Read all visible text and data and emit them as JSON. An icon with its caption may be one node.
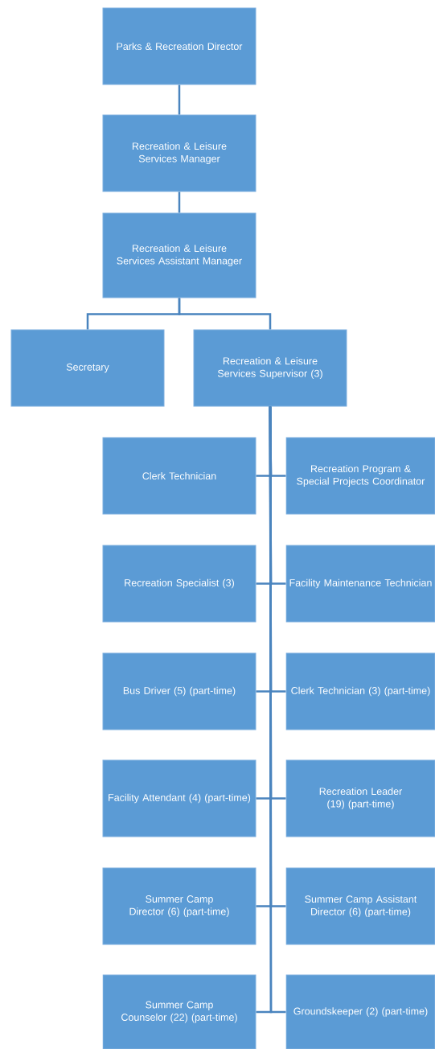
{
  "diagram": {
    "nodes": [
      {
        "text": [
          "Parks & Recreation Director"
        ]
      },
      {
        "text": [
          "Recreation & Leisure Services Manager"
        ]
      },
      {
        "text": [
          "Recreation & Leisure Services Assistant Manager"
        ]
      },
      {
        "text": [
          "Secretary"
        ]
      },
      {
        "text": [
          "Recreation & Leisure Services Supervisor (3)"
        ]
      },
      {
        "text": [
          "Clerk Technician"
        ]
      },
      {
        "text": [
          "Recreation Program & Special Projects Coordinator"
        ]
      },
      {
        "text": [
          "Recreation Specialist (3)"
        ]
      },
      {
        "text": [
          "Facility Maintenance Technician"
        ]
      },
      {
        "text": [
          "Bus Driver (5) (part-time)"
        ]
      },
      {
        "text": [
          "Clerk Technician (3) (part-time)"
        ]
      },
      {
        "text": [
          "Facility Attendant (4) (part-time)"
        ]
      },
      {
        "text": [
          "Recreation Leader (19) (part-time)"
        ]
      },
      {
        "text": [
          "Summer Camp Director (6) (part-time)"
        ]
      },
      {
        "text": [
          "Summer Camp Assistant Director (6) (part-time)"
        ]
      },
      {
        "text": [
          "Summer Camp Counselor (22) (part-time)"
        ]
      },
      {
        "text": [
          "Groundskeeper (2) (part-time)"
        ]
      }
    ],
    "edges": [
      {
        "from": 0,
        "to": 1,
        "arrow": "none"
      },
      {
        "from": 1,
        "to": 2,
        "arrow": "none"
      },
      {
        "from": 2,
        "to": 3,
        "arrow": "none"
      },
      {
        "from": 2,
        "to": 4,
        "arrow": "none"
      },
      {
        "from": 4,
        "to": 5,
        "arrow": "none"
      },
      {
        "from": 4,
        "to": 6,
        "arrow": "none"
      },
      {
        "from": 4,
        "to": 7,
        "arrow": "none"
      },
      {
        "from": 4,
        "to": 8,
        "arrow": "none"
      },
      {
        "from": 4,
        "to": 9,
        "arrow": "none"
      },
      {
        "from": 4,
        "to": 10,
        "arrow": "none"
      },
      {
        "from": 4,
        "to": 11,
        "arrow": "none"
      },
      {
        "from": 4,
        "to": 12,
        "arrow": "none"
      },
      {
        "from": 4,
        "to": 13,
        "arrow": "none"
      },
      {
        "from": 4,
        "to": 14,
        "arrow": "none"
      },
      {
        "from": 4,
        "to": 15,
        "arrow": "none"
      },
      {
        "from": 4,
        "to": 16,
        "arrow": "none"
      }
    ]
  }
}
